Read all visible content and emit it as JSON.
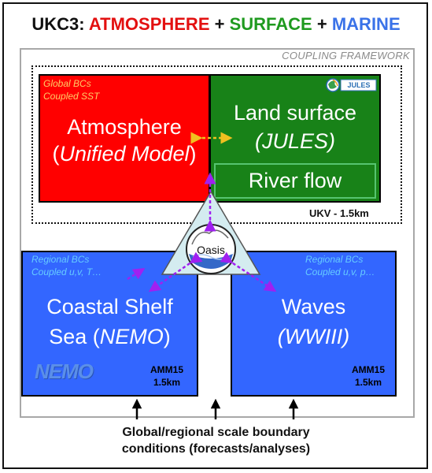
{
  "title": {
    "prefix": "UKC3:",
    "atmosphere": "ATMOSPHERE",
    "plus1": "+",
    "surface": "SURFACE",
    "plus2": "+",
    "marine": "MARINE"
  },
  "coupling_label": "COUPLING FRAMEWORK",
  "ukv_label": "UKV - 1.5km",
  "atmosphere": {
    "note_line1": "Global BCs",
    "note_line2": "Coupled SST",
    "name": "Atmosphere",
    "model_open": "(",
    "model": "Unified Model",
    "model_close": ")"
  },
  "land": {
    "logo_text": "JULES",
    "name": "Land surface",
    "model": "(JULES)",
    "river": "River flow"
  },
  "oasis": {
    "label": "Oasis"
  },
  "coastal": {
    "note_line1": "Regional BCs",
    "note_line2": "Coupled u,v, T…",
    "name_line1": "Coastal Shelf",
    "name_line2_a": "Sea (",
    "name_line2_b": "NEMO",
    "name_line2_c": ")",
    "res_line1": "AMM15",
    "res_line2": "1.5km",
    "logo_text": "NEMO"
  },
  "waves": {
    "note_line1": "Regional BCs",
    "note_line2": "Coupled u,v, p…",
    "name": "Waves",
    "model": "(WWIII)",
    "res_line1": "AMM15",
    "res_line2": "1.5km"
  },
  "bottom": {
    "line1": "Global/regional scale boundary",
    "line2": "conditions (forecasts/analyses)"
  },
  "colors": {
    "atmosphere": "#ff0000",
    "surface": "#188218",
    "marine": "#3366ff",
    "coupling_arrows": "#a020f0",
    "atmos_land_arrow": "#f0c020",
    "note_atmos": "#ffcc66",
    "note_marine": "#66ccff"
  }
}
